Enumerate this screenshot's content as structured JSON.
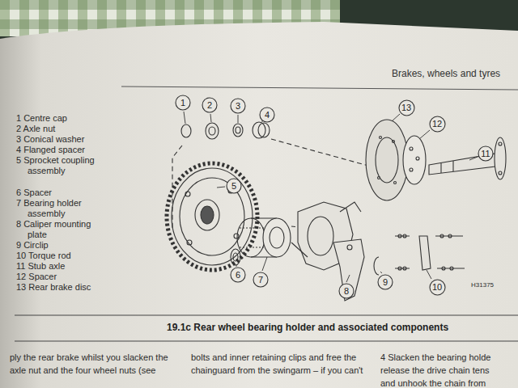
{
  "diagram": {
    "title": "Brakes, wheels and tyres",
    "caption": "19.1c Rear wheel bearing holder and associated components",
    "nodes": [
      {
        "text": [
          "1"
        ]
      },
      {
        "text": [
          "2"
        ]
      },
      {
        "text": [
          "3"
        ]
      },
      {
        "text": [
          "4"
        ]
      },
      {
        "text": [
          "13"
        ]
      },
      {
        "text": [
          "12"
        ]
      },
      {
        "text": [
          "11"
        ]
      },
      {
        "text": [
          "5"
        ]
      },
      {
        "text": [
          "6"
        ]
      },
      {
        "text": [
          "7"
        ]
      },
      {
        "text": [
          "8"
        ]
      },
      {
        "text": [
          "9"
        ]
      },
      {
        "text": [
          "10"
        ]
      }
    ],
    "labels": [
      "1 Centre cap",
      "2 Axle nut",
      "3 Conical washer",
      "4 Flanged spacer",
      "5 Sprocket coupling assembly",
      "6 Spacer",
      "7 Bearing holder assembly",
      "8 Caliper mounting plate",
      "9 Circlip",
      "10 Torque rod",
      "11 Stub axle",
      "12 Spacer",
      "13 Rear brake disc",
      "H31375",
      "ply the rear brake whilst you slacken the",
      "axle nut and the four wheel nuts (see",
      "bolts and inner retaining clips and free the",
      "chainguard from the swingarm – if you can't",
      "4 Slacken the bearing holde",
      "release the drive chain tens",
      "and unhook the chain from"
    ]
  }
}
